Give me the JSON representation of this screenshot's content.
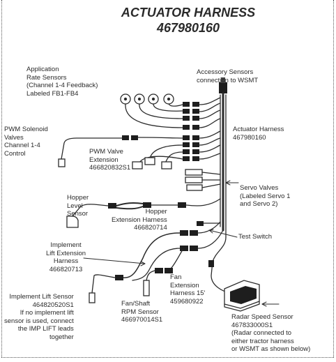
{
  "title": {
    "line1": "ACTUATOR HARNESS",
    "line2": "467980160"
  },
  "labels": {
    "application_rate_sensors": "Application\nRate Sensors\n(Channel 1-4 Feedback)\nLabeled FB1-FB4",
    "accessory_sensors": "Accessory Sensors\nconnection to WSMT",
    "pwm_solenoid_valves": "PWM Solenoid\nValves\nChannel 1-4\nControl",
    "actuator_harness": "Actuator Harness\n467980160",
    "pwm_valve_extension": "PWM Valve\nExtension\n466820832S1",
    "servo_valves": "Servo Valves\n(Labeled Servo 1\nand Servo 2)",
    "hopper_level_sensor": "Hopper\nLevel\nSensor",
    "hopper_extension_harness": "Hopper\nExtension Harness\n466820714",
    "implement_lift_extension": "Implement\nLift Extension\nHarness\n466820713",
    "test_switch": "Test Switch",
    "fan_extension_harness": "Fan\nExtension\nHarness 15'\n459680922",
    "implement_lift_sensor": "Implement Lift Sensor\n464820520S1\nIf no implement lift\nsensor is used, connect\nthe IMP LIFT leads\ntogether",
    "fan_shaft_rpm_sensor": "Fan/Shaft\nRPM Sensor\n466970014S1",
    "radar_speed_sensor": "Radar Speed Sensor\n467833000S1\n(Radar connected to\neither tractor harness\nor WSMT as shown below)"
  },
  "colors": {
    "line": "#2b2b2b",
    "frame_dots": "#555555",
    "text": "#2a2a2a",
    "connector_fill": "#1e1e1e"
  }
}
